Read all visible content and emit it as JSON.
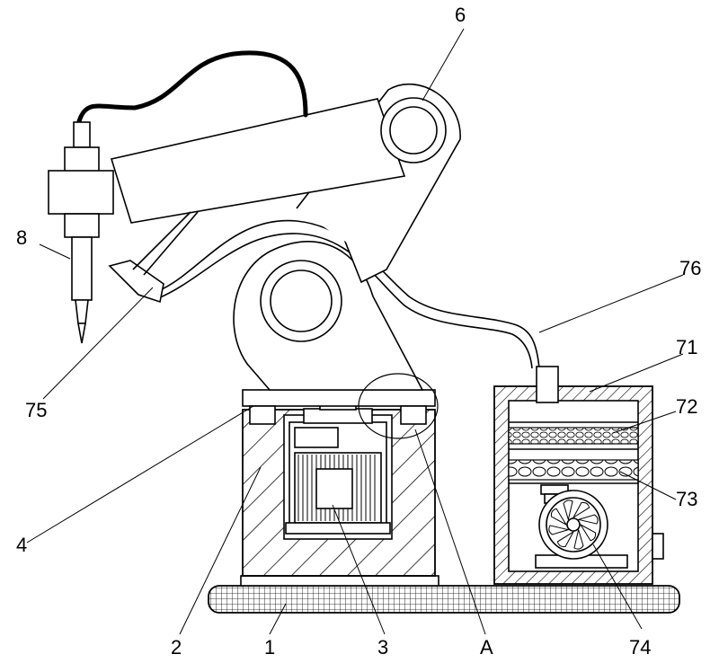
{
  "labels": {
    "l1": "1",
    "l2": "2",
    "l3": "3",
    "l4": "4",
    "l6": "6",
    "l8": "8",
    "l71": "71",
    "l72": "72",
    "l73": "73",
    "l74": "74",
    "l75": "75",
    "l76": "76",
    "lA": "A"
  }
}
